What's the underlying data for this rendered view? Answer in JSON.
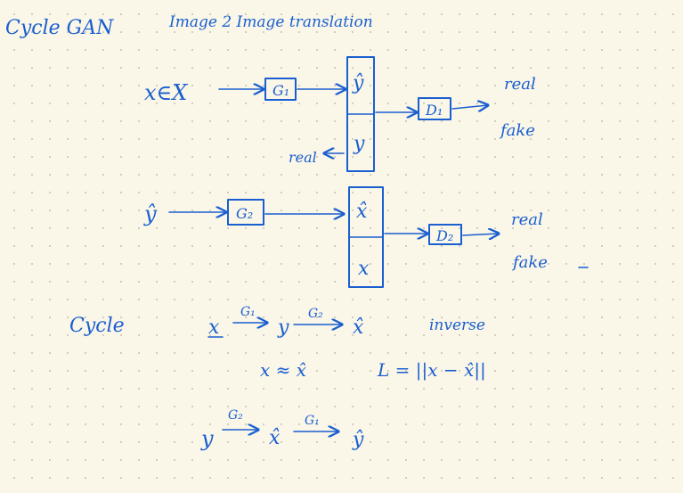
{
  "header": {
    "title": "Cycle GAN",
    "subtitle": "Image 2 Image translation"
  },
  "diagram1": {
    "input": "x∈X",
    "generator": "G₁",
    "output_hat": "ŷ",
    "output_real": "y",
    "real_label": "real",
    "discriminator": "D₁",
    "out_real": "real",
    "out_fake": "fake"
  },
  "diagram2": {
    "input": "ŷ",
    "generator": "G₂",
    "output_hat": "x̂",
    "output_real": "x",
    "discriminator": "D₂",
    "out_real": "real",
    "out_fake": "fake"
  },
  "cycle": {
    "label": "Cycle",
    "line1": {
      "start": "x",
      "g1": "G₁",
      "mid": "y",
      "g2": "G₂",
      "end": "x̂",
      "note": "inverse"
    },
    "line2": {
      "left": "x ≈ x̂",
      "loss": "L = ||x − x̂||"
    },
    "line3": {
      "start": "y",
      "g2": "G₂",
      "mid": "x̂",
      "g1": "G₁",
      "end": "ŷ"
    }
  },
  "colors": {
    "ink": "#1a5fd0",
    "paper": "#faf6e8"
  }
}
